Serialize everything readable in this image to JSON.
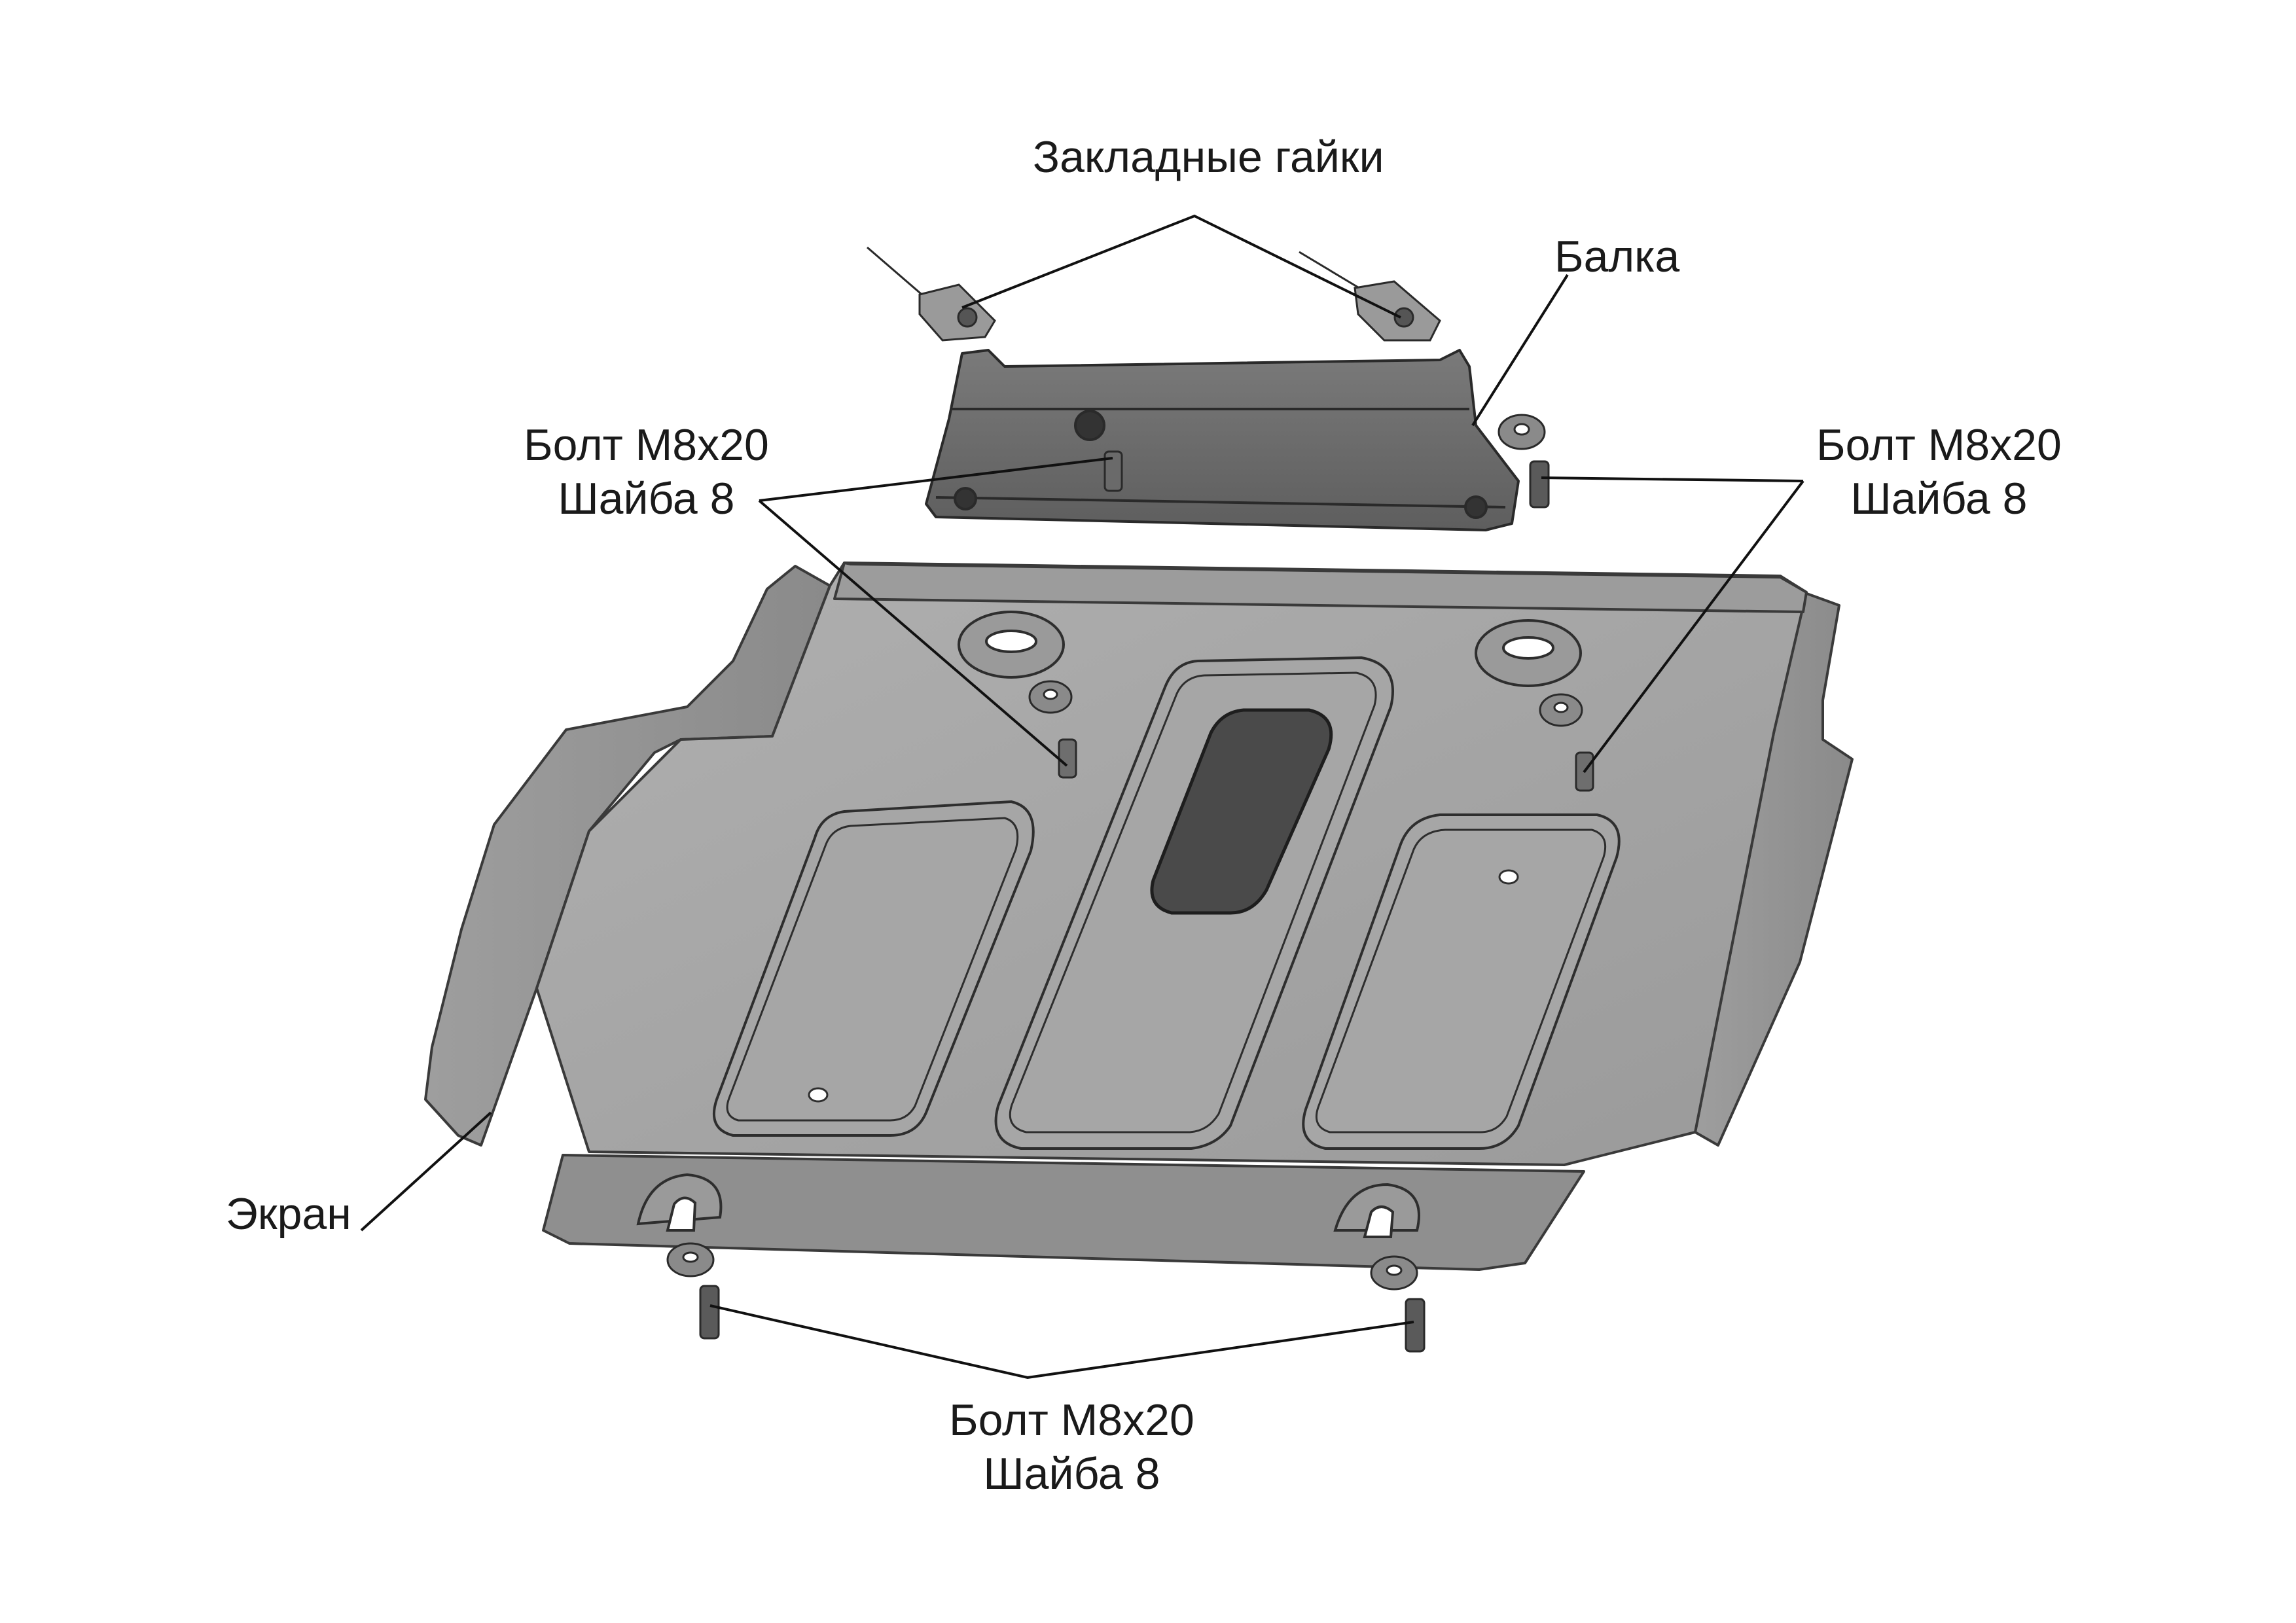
{
  "labels": {
    "nuts": "Закладные гайки",
    "beam": "Балка",
    "bolt_left": {
      "line1": "Болт М8х20",
      "line2": "Шайба 8"
    },
    "bolt_right": {
      "line1": "Болт М8х20",
      "line2": "Шайба 8"
    },
    "bolt_bottom": {
      "line1": "Болт М8х20",
      "line2": "Шайба 8"
    },
    "screen": "Экран"
  },
  "colors": {
    "plate": "#a2a2a2",
    "plate_dark": "#8c8c8c",
    "beam": "#6a6a6a",
    "outline": "#3a3a3a",
    "leader": "#111111",
    "text": "#1a1a1a"
  }
}
